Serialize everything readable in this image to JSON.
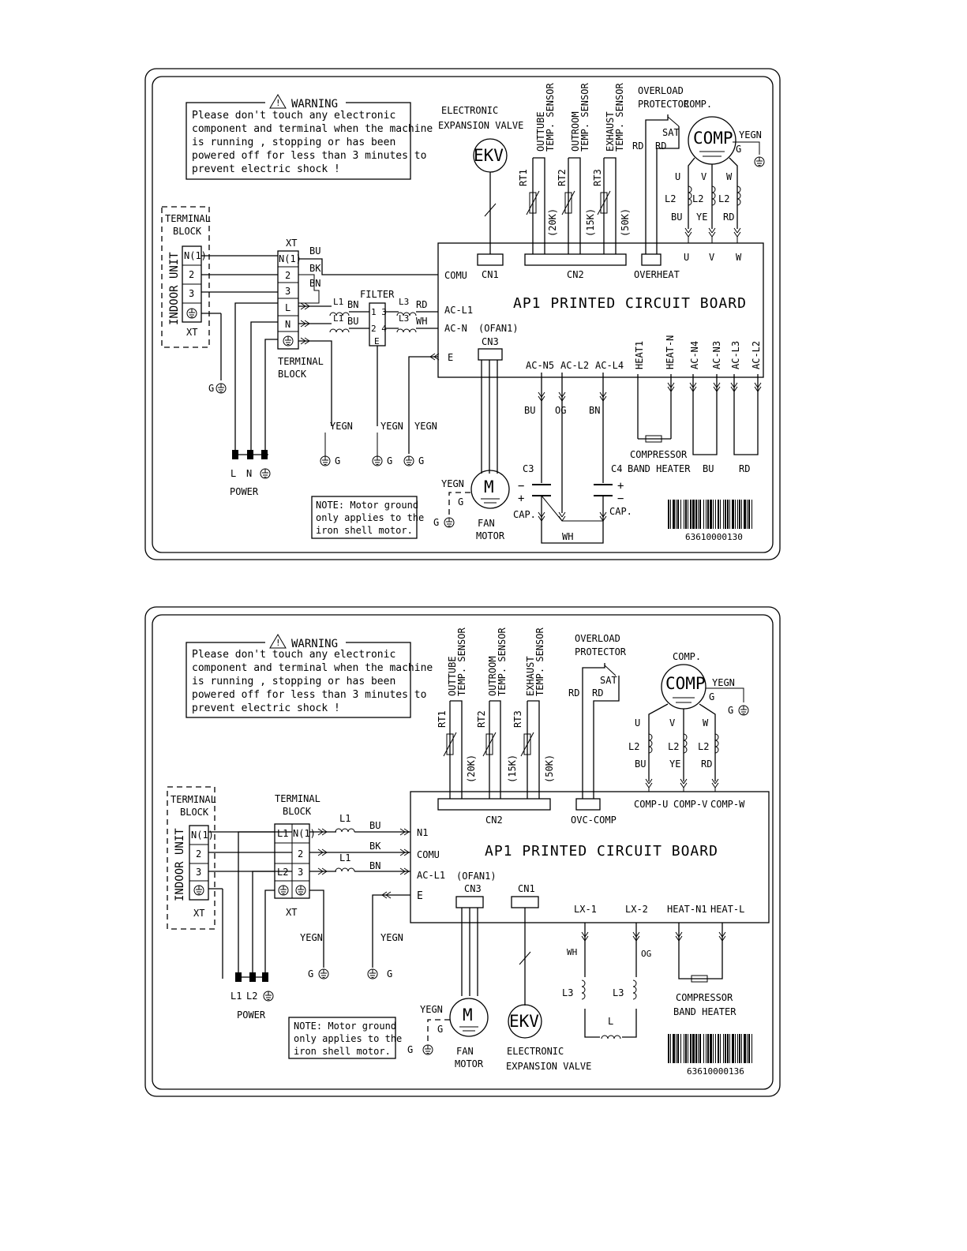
{
  "common": {
    "warning_title": "WARNING",
    "warning_lines": [
      "Please don't touch any electronic",
      "component and terminal when the machine",
      "is running , stopping or has been",
      "powered off for less than 3 minutes to",
      "prevent electric shock !"
    ],
    "note_lines": [
      "NOTE: Motor ground",
      "only applies to the",
      "iron shell motor."
    ],
    "indoor_unit": "INDOOR UNIT",
    "terminal_block_l1": "TERMINAL",
    "terminal_block_l2": "BLOCK",
    "xt": "XT",
    "pcb_title": "AP1 PRINTED CIRCUIT BOARD",
    "ekv": "EKV",
    "electronic": "ELECTRONIC",
    "expansion_valve": "EXPANSION VALVE",
    "outtube_l1": "OUTTUBE",
    "outroom_l1": "OUTROOM",
    "exhaust_l1": "EXHAUST",
    "temp_sensor": "TEMP. SENSOR",
    "overload_l1": "OVERLOAD",
    "overload_l2": "PROTECTOR",
    "comp_label": "COMP.",
    "comp": "COMP",
    "sat": "SAT",
    "m": "M",
    "fan": "FAN",
    "motor": "MOTOR",
    "power": "POWER",
    "compressor": "COMPRESSOR",
    "band_heater": "BAND HEATER",
    "ofan1": "(OFAN1)",
    "r20k": "(20K)",
    "r15k": "(15K)",
    "r50k": "(50K)",
    "rt1": "RT1",
    "rt2": "RT2",
    "rt3": "RT3",
    "n1": "N(1)",
    "t2": "2",
    "t3": "3",
    "g": "G",
    "yegn": "YEGN",
    "rd": "RD",
    "bu": "BU",
    "bk": "BK",
    "bn": "BN",
    "ye": "YE",
    "wh": "WH",
    "og": "OG",
    "u": "U",
    "v": "V",
    "w": "W",
    "l2": "L2",
    "l1": "L1",
    "l3": "L3",
    "l": "L",
    "n": "N",
    "e": "E",
    "cn1": "CN1",
    "cn2": "CN2",
    "cn3": "CN3",
    "comu": "COMU",
    "cap": "CAP."
  },
  "diagram1": {
    "filter": "FILTER",
    "f13": "1 3",
    "f24": "2 4",
    "fE": "E",
    "ac_l1": "AC-L1",
    "ac_n": "AC-N",
    "overheat": "OVERHEAT",
    "bottom_labels": [
      "AC-N5",
      "AC-L2",
      "AC-L4"
    ],
    "vertical_labels": [
      "HEAT1",
      "HEAT-N",
      "AC-N4",
      "AC-N3",
      "AC-L3",
      "AC-L2"
    ],
    "c3": "C3",
    "c4": "C4",
    "barcode": "63610000130",
    "power_labels": [
      "L",
      "N"
    ]
  },
  "diagram2": {
    "ac_l1": "AC-L1",
    "n1": "N1",
    "ovc_comp": "OVC-COMP",
    "comp_u": "COMP-U",
    "comp_v": "COMP-V",
    "comp_w": "COMP-W",
    "lx1": "LX-1",
    "lx2": "LX-2",
    "heat_n1": "HEAT-N1",
    "heat_l": "HEAT-L",
    "tb_l1": "L1",
    "tb_l2": "L2",
    "barcode": "63610000136",
    "power_labels": [
      "L1",
      "L2"
    ]
  }
}
